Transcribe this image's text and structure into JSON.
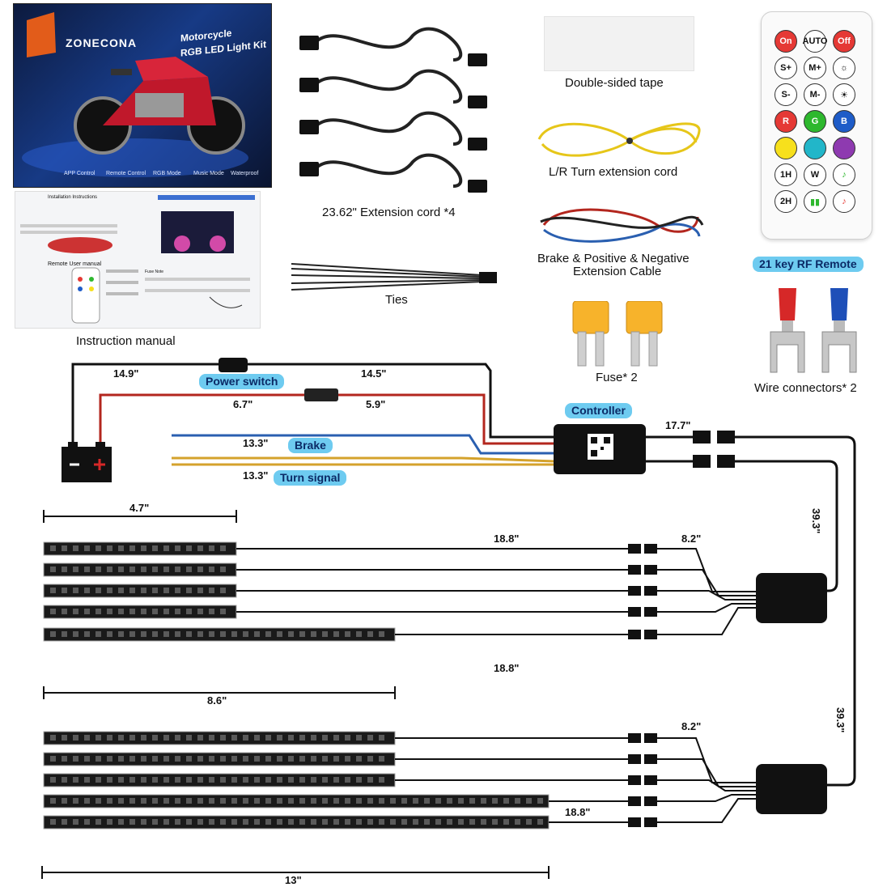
{
  "box": {
    "brand": "ZONECONA",
    "title_line1": "Motorcycle",
    "title_line2": "RGB LED Light Kit",
    "features": [
      "APP Control",
      "Remote Control",
      "RGB Mode",
      "Music Mode",
      "Waterproof"
    ]
  },
  "manual": {
    "header": "Installation Instructions",
    "remote_title": "Remote User manual",
    "fuse_title": "Fuse Note"
  },
  "labels": {
    "instruction_manual": "Instruction manual",
    "extension_cord": "23.62\" Extension cord *4",
    "ties": "Ties",
    "double_sided_tape": "Double-sided tape",
    "turn_extension": "L/R Turn extension cord",
    "brake_cable_line1": "Brake & Positive & Negative",
    "brake_cable_line2": "Extension Cable",
    "fuse": "Fuse* 2",
    "remote": "21 key RF Remote",
    "wire_connectors": "Wire connectors* 2"
  },
  "remote_keys": [
    {
      "label": "On",
      "color": "#e53935",
      "text": "#ffffff"
    },
    {
      "label": "AUTO",
      "color": "#ffffff",
      "text": "#111111"
    },
    {
      "label": "Off",
      "color": "#e53935",
      "text": "#ffffff"
    },
    {
      "label": "S+",
      "color": "#ffffff",
      "text": "#111111"
    },
    {
      "label": "M+",
      "color": "#ffffff",
      "text": "#111111"
    },
    {
      "label": "☼",
      "color": "#ffffff",
      "text": "#111111"
    },
    {
      "label": "S-",
      "color": "#ffffff",
      "text": "#111111"
    },
    {
      "label": "M-",
      "color": "#ffffff",
      "text": "#111111"
    },
    {
      "label": "☀",
      "color": "#ffffff",
      "text": "#111111"
    },
    {
      "label": "R",
      "color": "#e53935",
      "text": "#ffffff"
    },
    {
      "label": "G",
      "color": "#2eb82e",
      "text": "#ffffff"
    },
    {
      "label": "B",
      "color": "#1e5cc8",
      "text": "#ffffff"
    },
    {
      "label": "",
      "color": "#f7e01c",
      "text": "#111111"
    },
    {
      "label": "",
      "color": "#22b6c9",
      "text": "#111111"
    },
    {
      "label": "",
      "color": "#8e3ab0",
      "text": "#111111"
    },
    {
      "label": "1H",
      "color": "#ffffff",
      "text": "#111111"
    },
    {
      "label": "W",
      "color": "#ffffff",
      "text": "#111111"
    },
    {
      "label": "♪",
      "color": "#ffffff",
      "text": "#2eb82e"
    },
    {
      "label": "2H",
      "color": "#ffffff",
      "text": "#111111"
    },
    {
      "label": "▮▮",
      "color": "#ffffff",
      "text": "#2eb82e"
    },
    {
      "label": "♪",
      "color": "#ffffff",
      "text": "#e53935"
    }
  ],
  "wiring": {
    "power_switch": "Power switch",
    "controller": "Controller",
    "brake": "Brake",
    "turn_signal": "Turn signal",
    "dim_149": "14.9\"",
    "dim_145": "14.5\"",
    "dim_67": "6.7\"",
    "dim_59": "5.9\"",
    "dim_133a": "13.3\"",
    "dim_133b": "13.3\"",
    "dim_177": "17.7\"",
    "dim_393a": "39.3\"",
    "dim_393b": "39.3\"",
    "dim_47": "4.7\"",
    "dim_86": "8.6\"",
    "dim_13": "13\"",
    "dim_188a": "18.8\"",
    "dim_82a": "8.2\"",
    "dim_188b": "18.8\"",
    "dim_82b": "8.2\"",
    "dim_188c": "18.8\""
  },
  "colors": {
    "red_wire": "#b3261e",
    "blue_wire": "#2a5fb0",
    "yellow_wire": "#d4a22c",
    "black_wire": "#111111",
    "pill": "#6ecbf0"
  }
}
